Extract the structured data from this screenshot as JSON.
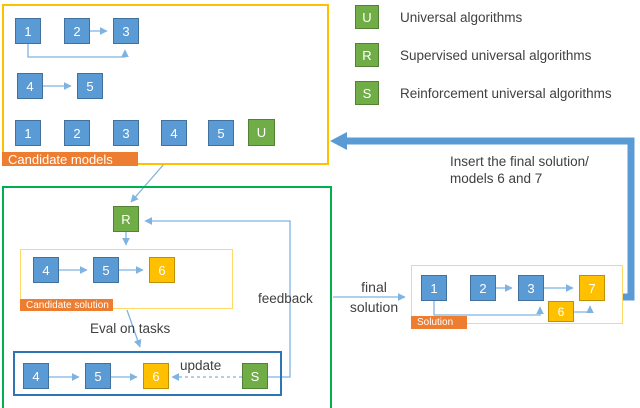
{
  "legend": {
    "items": [
      {
        "symbol": "U",
        "label": "Universal algorithms"
      },
      {
        "symbol": "R",
        "label": "Supervised universal algorithms"
      },
      {
        "symbol": "S",
        "label": "Reinforcement universal algorithms"
      }
    ]
  },
  "candidate_models": {
    "label": "Candidate models",
    "chain1": [
      "1",
      "2",
      "3"
    ],
    "chain2": [
      "4",
      "5"
    ],
    "row": [
      "1",
      "2",
      "3",
      "4",
      "5",
      "U"
    ]
  },
  "loop": {
    "r_node": "R",
    "candidate_solution": {
      "label": "Candidate solution",
      "chain": [
        "4",
        "5",
        "6"
      ]
    },
    "eval_label": "Eval on tasks",
    "eval_chain": [
      "4",
      "5",
      "6"
    ],
    "s_node": "S",
    "update_label": "update",
    "feedback_label": "feedback"
  },
  "output": {
    "final_line1": "final",
    "final_line2": "solution",
    "insert_line1": "Insert the final solution/",
    "insert_line2": "models 6 and 7",
    "solution": {
      "label": "Solution",
      "chain": [
        "1",
        "2",
        "3",
        "7"
      ],
      "extra_node": "6"
    }
  },
  "colors": {
    "blue_node": "#5B9BD5",
    "green_node": "#70AD47",
    "yellow_node": "#FFC000",
    "orange_tag": "#ED7D31",
    "gold_border": "#FFC000",
    "light_gold_border": "#FFD966",
    "green_border": "#00B050",
    "eval_border": "#2E75B6",
    "connector": "#7FB3E2",
    "thick_arrow": "#5B9BD5",
    "text": "#404040"
  }
}
